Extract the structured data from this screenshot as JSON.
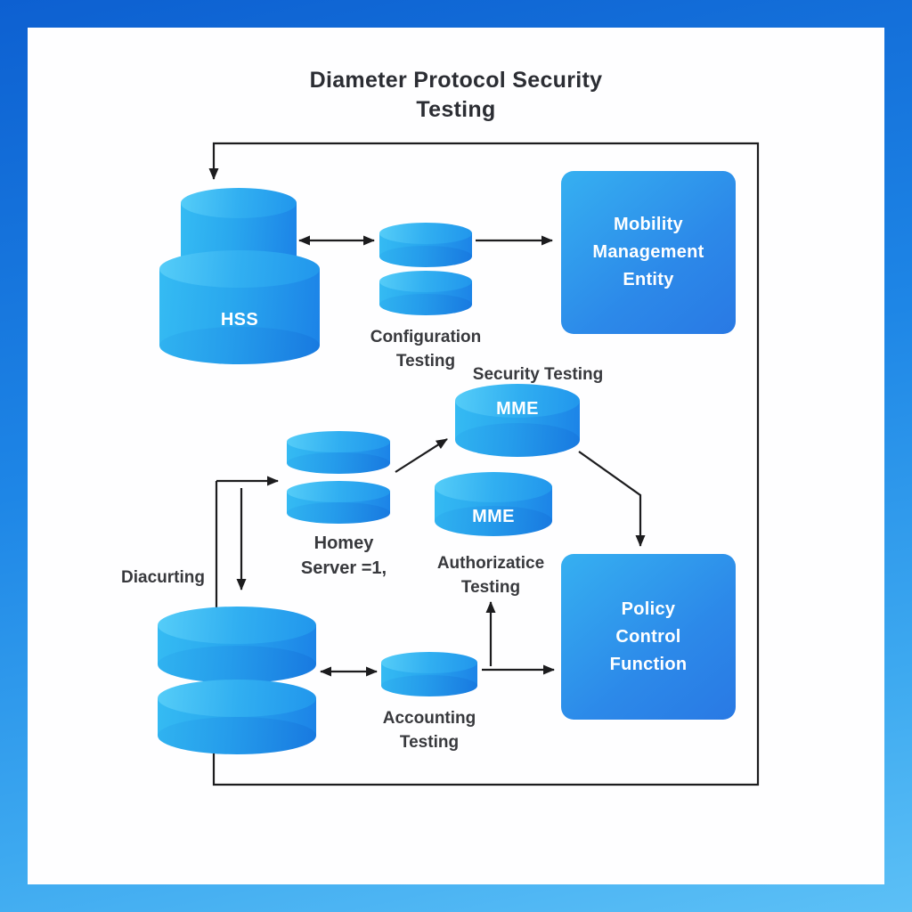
{
  "title": "Diameter Protocol Security\nTesting",
  "nodes": {
    "hss": {
      "label": "HSS"
    },
    "configuration": {
      "label": "Configuration\nTesting"
    },
    "mobility_management_entity": {
      "label": "Mobility\nManagement\nEntity"
    },
    "security_testing": {
      "label": "Security Testing"
    },
    "mme_upper": {
      "label": "MME"
    },
    "home_server": {
      "label": "Homey\nServer =1,"
    },
    "mme_lower": {
      "label": "MME"
    },
    "authorization_testing": {
      "label": "Authorizatice\nTesting"
    },
    "diacurting": {
      "label": "Diacurting"
    },
    "policy_control_function": {
      "label": "Policy\nControl\nFunction"
    },
    "accounting_testing": {
      "label": "Accounting\nTesting"
    }
  },
  "colors": {
    "frame_gradient_start": "#0d60d1",
    "frame_gradient_end": "#5cc0f6",
    "shape_blue_light": "#35bbf3",
    "shape_blue_dark": "#1c83e7",
    "box_blue_light": "#36b0f1",
    "box_blue_dark": "#2979e4",
    "connector": "#1c1c1e",
    "label_text": "#38393d",
    "shape_label_text": "#ffffff"
  }
}
